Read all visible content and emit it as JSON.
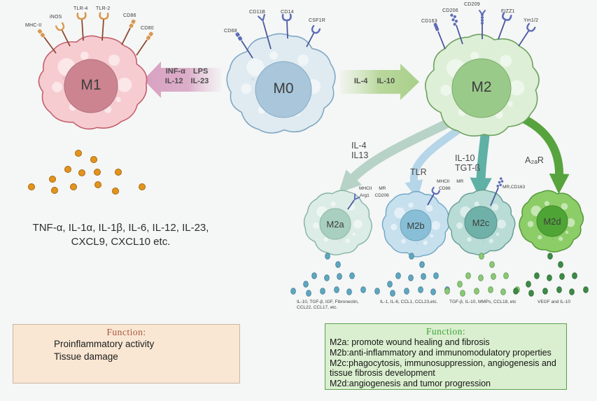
{
  "cells": {
    "m0": {
      "name": "M0",
      "receptors": [
        "CD68",
        "CD11B",
        "CD14",
        "CSF1R"
      ]
    },
    "m1": {
      "name": "M1",
      "receptors": [
        "MHC-II",
        "iNOS",
        "TLR-4",
        "TLR-2",
        "CD86",
        "CD80"
      ],
      "secretions_line1": "TNF-α, IL-1α, IL-1β, IL-6, IL-12, IL-23,",
      "secretions_line2": "CXCL9, CXCL10 etc."
    },
    "m2": {
      "name": "M2",
      "receptors": [
        "CD163",
        "CD206",
        "CD209",
        "FIZZ1",
        "Ym1/2"
      ]
    },
    "m2a": {
      "name": "M2a",
      "receptor_line1": "MHCII MR",
      "receptor_line2": "Arg1 CD206",
      "secretions": "IL-10, TGF-β, IGF, Fibronectin, CCL22, CCL17, etc."
    },
    "m2b": {
      "name": "M2b",
      "receptor_line1": "MHCII MR",
      "receptor_line2": "CD86",
      "secretions": "IL-1, IL-6, CCL1, CCL23,etc."
    },
    "m2c": {
      "name": "M2c",
      "receptor_line1": "MR,CD163",
      "secretions": "TGF-β, IL-10, MMPs, CCL18, etc"
    },
    "m2d": {
      "name": "M2d",
      "secretions": "VEGF and IL-10"
    }
  },
  "arrows": {
    "m0_to_m1": {
      "line1": "INF-α LPS",
      "line2": "IL-12 IL-23"
    },
    "m0_to_m2": {
      "label": "IL-4 IL-10"
    },
    "m2_to_m2a": {
      "line1": "IL-4",
      "line2": "IL13"
    },
    "m2_to_m2b": {
      "label": "TLR"
    },
    "m2_to_m2c": {
      "line1": "IL-10",
      "line2": "TGT-ß"
    },
    "m2_to_m2d": {
      "label": "A₂ₐR"
    }
  },
  "function_boxes": {
    "m1": {
      "title": "Function:",
      "lines": [
        "Proinflammatory activity",
        "Tissue damage"
      ]
    },
    "m2": {
      "title": "Function:",
      "items": [
        "M2a: promote wound healing and fibrosis",
        "M2b:anti-inflammatory and immunomodulatory properties",
        "M2c:phagocytosis, immunosuppression, angiogenesis and tissue fibrosis development",
        "M2d:angiogenesis and tumor progression"
      ]
    }
  },
  "colors": {
    "background": "#f5f6f6",
    "m1_body": "#f6ccd1",
    "m1_outline": "#c2616d",
    "m1_nucleus": "#cb8490",
    "m0_body": "#e0ebf1",
    "m0_outline": "#7fa8c4",
    "m0_nucleus": "#a9c6da",
    "m2_body": "#ddefd6",
    "m2_outline": "#6da25e",
    "m2_nucleus": "#9aca8a",
    "m2a_body": "#dcece6",
    "m2a_outline": "#84b3a6",
    "m2b_body": "#c7e0ee",
    "m2b_outline": "#6ea6c6",
    "m2c_body": "#b9dcd6",
    "m2c_outline": "#649e95",
    "m2d_body": "#8ccd67",
    "m2d_outline": "#4f9636",
    "m1_receptor": "#d8984f",
    "blue_receptor": "#5c6cb6",
    "arrow_to_m1": "#dcaac8",
    "arrow_to_m2": "#b4d698",
    "arrow_m2a": "#b7d2c6",
    "arrow_m2b": "#b5d5e8",
    "arrow_m2c": "#5fb0a5",
    "arrow_m2d": "#57a33e",
    "m1_dots": "#e2941c",
    "m2ab_dots": "#5ea7c0",
    "m2c_dots": "#8bc878",
    "m2d_dots": "#3d8b46",
    "box_m1_bg": "#f9e7d3",
    "box_m1_title": "#a8543a",
    "box_m2_bg": "#daefcf",
    "box_m2_border": "#5aa24b",
    "box_m2_title": "#3ba43b"
  }
}
